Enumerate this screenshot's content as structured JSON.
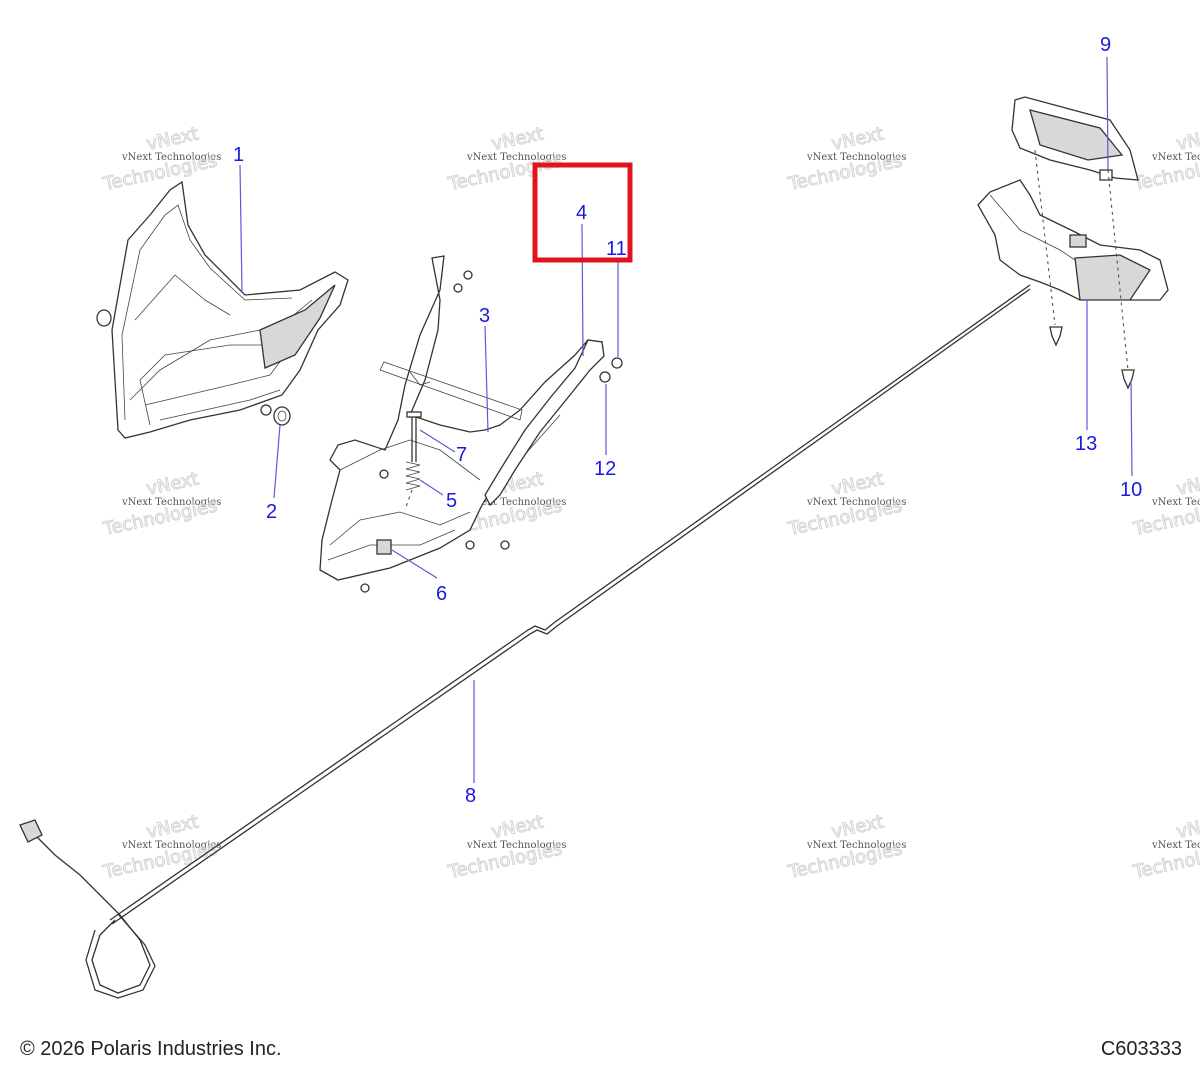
{
  "callouts": [
    {
      "id": "1",
      "label": "1"
    },
    {
      "id": "2",
      "label": "2"
    },
    {
      "id": "3",
      "label": "3"
    },
    {
      "id": "4",
      "label": "4"
    },
    {
      "id": "5",
      "label": "5"
    },
    {
      "id": "6",
      "label": "6"
    },
    {
      "id": "7",
      "label": "7"
    },
    {
      "id": "8",
      "label": "8"
    },
    {
      "id": "9",
      "label": "9"
    },
    {
      "id": "10",
      "label": "10"
    },
    {
      "id": "11",
      "label": "11"
    },
    {
      "id": "12",
      "label": "12"
    },
    {
      "id": "13",
      "label": "13"
    }
  ],
  "watermark": {
    "line1": "vNext Technologies",
    "line2": "vNext",
    "line3": "Technologies"
  },
  "highlight": {
    "target": "4",
    "color": "#e0141e"
  },
  "footer": {
    "copyright": "© 2026 Polaris Industries Inc.",
    "figure_id": "C603333"
  },
  "colors": {
    "callout": "#1a1adc",
    "leader": "#5a5ad8"
  }
}
